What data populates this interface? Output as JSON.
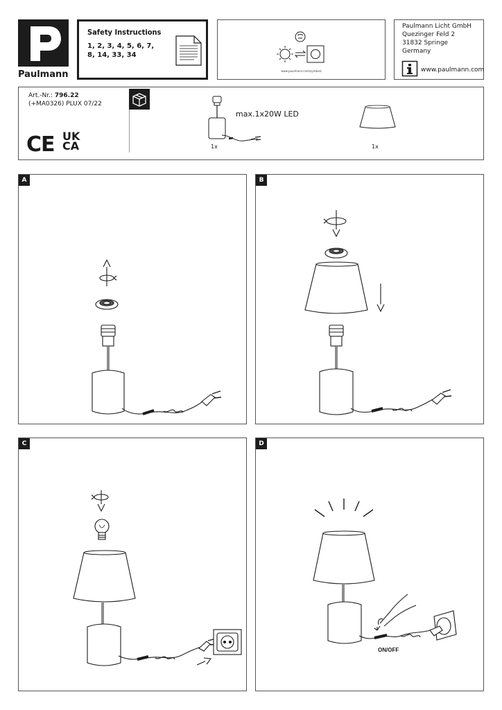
{
  "brand": {
    "logo_letter": "P",
    "name": "Paulmann"
  },
  "safety": {
    "title": "Safety Instructions",
    "numbers": "1, 2, 3, 4, 5, 6, 7, 8, 14, 33, 34"
  },
  "symbols": {
    "url": "www.paulmann.com/symbols"
  },
  "company": {
    "lines": [
      "Paulmann Licht GmbH",
      "Quezinger Feld 2",
      "31832 Springe",
      "Germany"
    ],
    "website": "www.paulmann.com"
  },
  "article": {
    "label": "Art.-Nr.:",
    "number": "796.22",
    "sub": "(+MA0326) PLUX 07/22"
  },
  "marks": {
    "ce": "CE",
    "ukca_top": "UK",
    "ukca_bottom": "CA"
  },
  "contents": {
    "led": "max.1x20W LED",
    "qty_base": "1x",
    "qty_shade": "1x"
  },
  "panels": {
    "a": "A",
    "b": "B",
    "c": "C",
    "d": "D"
  },
  "switch_label": "ON/OFF"
}
